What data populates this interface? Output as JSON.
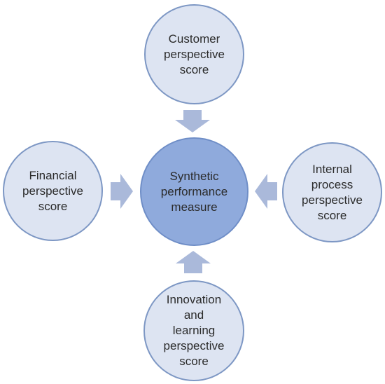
{
  "center": {
    "lines": [
      "Synthetic",
      "performance",
      "measure"
    ]
  },
  "top": {
    "lines": [
      "Customer",
      "perspective",
      "score"
    ]
  },
  "left": {
    "lines": [
      "Financial",
      "perspective",
      "score"
    ]
  },
  "right": {
    "lines": [
      "Internal",
      "process",
      "perspective",
      "score"
    ]
  },
  "bottom": {
    "lines": [
      "Innovation",
      "and",
      "learning",
      "perspective",
      "score"
    ]
  },
  "colors": {
    "outer_fill": "#dde4f2",
    "center_fill": "#8faadc",
    "border": "#7d97c4",
    "arrow": "#aab9da"
  }
}
